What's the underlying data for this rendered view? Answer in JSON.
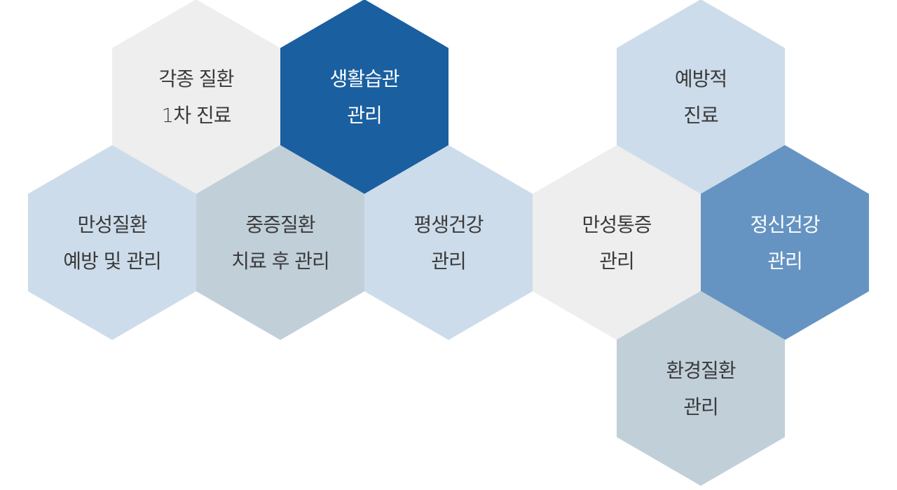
{
  "colors": {
    "light_gray": "#eeeeee",
    "dark_blue": "#1a5fa0",
    "pale_blue": "#cddcea",
    "gray_blue": "#c1cfd9",
    "mid_blue": "#6594c2",
    "text_dark": "#3a3a3a",
    "text_light": "#ffffff"
  },
  "hexagons": [
    {
      "id": "primary-care",
      "lines": [
        "각종 질환",
        "1차 진료"
      ],
      "fill": "light_gray",
      "text": "text_dark"
    },
    {
      "id": "lifestyle",
      "lines": [
        "생활습관",
        "관리"
      ],
      "fill": "dark_blue",
      "text": "text_light"
    },
    {
      "id": "preventive-care",
      "lines": [
        "예방적",
        "진료"
      ],
      "fill": "pale_blue",
      "text": "text_dark"
    },
    {
      "id": "chronic-disease",
      "lines": [
        "만성질환",
        "예방 및 관리"
      ],
      "fill": "pale_blue",
      "text": "text_dark"
    },
    {
      "id": "severe-disease",
      "lines": [
        "중증질환",
        "치료 후 관리"
      ],
      "fill": "gray_blue",
      "text": "text_dark"
    },
    {
      "id": "lifelong-health",
      "lines": [
        "평생건강",
        "관리"
      ],
      "fill": "pale_blue",
      "text": "text_dark"
    },
    {
      "id": "chronic-pain",
      "lines": [
        "만성통증",
        "관리"
      ],
      "fill": "light_gray",
      "text": "text_dark"
    },
    {
      "id": "mental-health",
      "lines": [
        "정신건강",
        "관리"
      ],
      "fill": "mid_blue",
      "text": "text_light"
    },
    {
      "id": "environmental-disease",
      "lines": [
        "환경질환",
        "관리"
      ],
      "fill": "gray_blue",
      "text": "text_dark"
    }
  ]
}
